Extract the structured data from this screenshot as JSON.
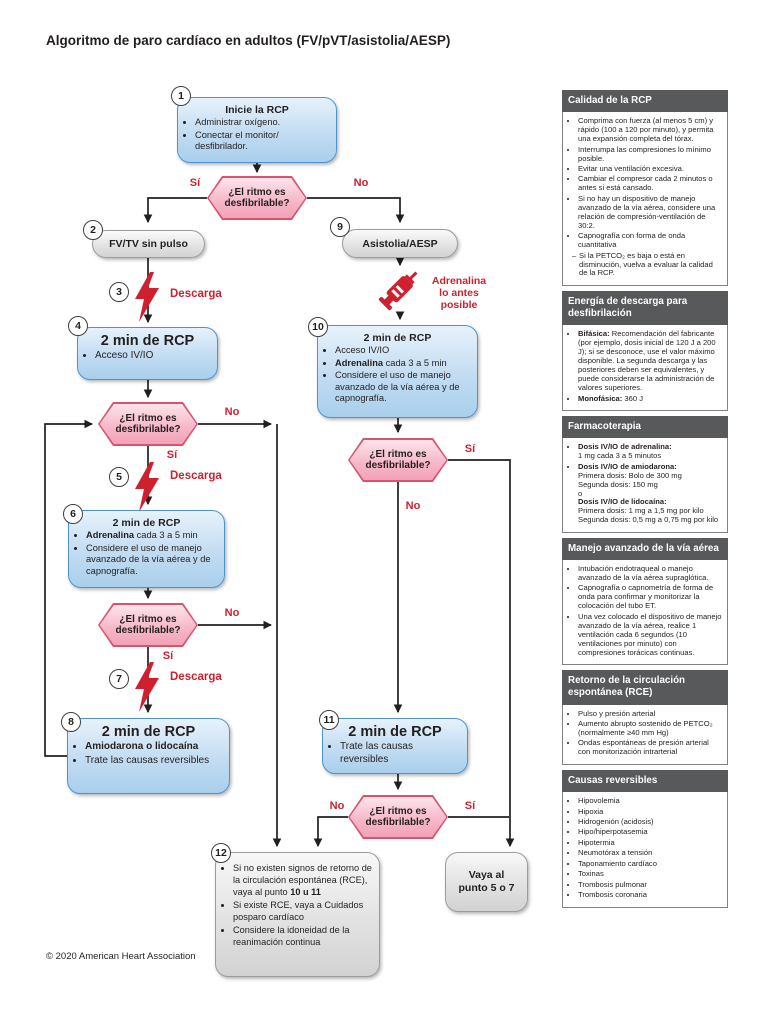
{
  "page": {
    "title": "Algoritmo de paro cardíaco en adultos (FV/pVT/asistolia/AESP)",
    "copyright": "© 2020 American Heart Association"
  },
  "colors": {
    "accent_red": "#cf2030",
    "box_blue_border": "#4f93ce",
    "diamond_border": "#d9536f",
    "sidebar_header_bg": "#58595b",
    "line_color": "#231f20"
  },
  "icons": {
    "shock": "lightning-bolt",
    "adrenaline": "syringe"
  },
  "flowchart": {
    "decision": {
      "label": "¿El ritmo es\ndesfibrilable?",
      "yes": "Sí",
      "no": "No"
    },
    "s1": {
      "num": "1",
      "title": "Inicie la RCP",
      "bullets": [
        "Administrar oxígeno.",
        "Conectar el monitor/\ndesfibrilador."
      ]
    },
    "s2": {
      "num": "2",
      "label": "FV/TV sin pulso"
    },
    "s3": {
      "num": "3",
      "label": "Descarga"
    },
    "s4": {
      "num": "4",
      "title": "2 min de RCP",
      "bullets": [
        "Acceso IV/IO"
      ]
    },
    "s5": {
      "num": "5",
      "label": "Descarga"
    },
    "s6": {
      "num": "6",
      "title": "2 min de RCP",
      "bullets": [
        "**Adrenalina** cada 3 a 5 min",
        "Considere el uso de manejo avanzado de la vía aérea y de capnografía."
      ]
    },
    "s7": {
      "num": "7",
      "label": "Descarga"
    },
    "s8": {
      "num": "8",
      "title": "2 min de RCP",
      "bullets": [
        "**Amiodarona o lidocaína**",
        "Trate las causas reversibles"
      ]
    },
    "s9": {
      "num": "9",
      "label": "Asistolia/AESP"
    },
    "adrenaline_note": "Adrenalina\nlo antes\nposible",
    "s10": {
      "num": "10",
      "title": "2 min de RCP",
      "bullets": [
        "Acceso IV/IO",
        "**Adrenalina** cada 3 a 5 min",
        "Considere el uso de manejo avanzado de la vía aérea y de capnografía."
      ]
    },
    "s11": {
      "num": "11",
      "title": "2 min de RCP",
      "bullets": [
        "Trate las causas reversibles"
      ]
    },
    "s12": {
      "num": "12",
      "bullets": [
        "Si no existen signos de retorno de la circulación espontánea (RCE), vaya al punto **10 u 11**",
        "Si existe RCE, vaya a Cuidados posparo cardíaco",
        "Considere la idoneidad de la reanimación continua"
      ]
    },
    "goto": "Vaya al\npunto 5 o 7"
  },
  "sidebar": {
    "sections": [
      {
        "title": "Calidad de la RCP",
        "bullets": [
          "Comprima con fuerza (al menos 5 cm) y rápido (100 a 120 por minuto), y permita una expansión completa del tórax.",
          "Interrumpa las compresiones lo mínimo posible.",
          "Evitar una ventilación excesiva.",
          "Cambiar el compresor cada 2 minutos o antes si está cansado.",
          "Si no hay un dispositivo de manejo avanzado de la vía aérea, considere una relación de compresión-ventilación de 30:2.",
          "Capnografía con forma de onda cuantitativa",
          {
            "t": "Si la PETCO₂ es baja o está en disminución, vuelva a evaluar la calidad de la RCP.",
            "cls": "sub"
          }
        ]
      },
      {
        "title": "Energía de descarga para desfibrilación",
        "bullets": [
          "**Bifásica:** Recomendación del fabricante (por ejemplo, dosis inicial de 120 J a 200 J); si se desconoce, use el valor máximo disponible. La segunda descarga y las posteriores deben ser equivalentes, y puede considerarse la administración de valores superiores.",
          "**Monofásica:** 360 J"
        ]
      },
      {
        "title": "Farmacoterapia",
        "bullets": [
          "**Dosis IV/IO de adrenalina:**\n1 mg cada 3 a 5 minutos",
          "**Dosis IV/IO de amiodarona:**\nPrimera dosis: Bolo de 300 mg\nSegunda dosis: 150 mg\no\n**Dosis IV/IO de lidocaína:**\nPrimera dosis: 1 mg a 1,5 mg por kilo\nSegunda dosis: 0,5 mg a 0,75 mg por kilo"
        ]
      },
      {
        "title": "Manejo avanzado de la vía aérea",
        "bullets": [
          "Intubación endotraqueal o manejo avanzado de la vía aérea supraglótica.",
          "Capnografía o capnometría de forma de onda para confirmar y monitorizar la colocación del tubo ET.",
          "Una vez colocado el dispositivo de manejo avanzado de la vía aérea, realice 1 ventilación cada 6 segundos (10 ventilaciones por minuto) con compresiones torácicas continuas."
        ]
      },
      {
        "title": "Retorno de la circulación espontánea (RCE)",
        "bullets": [
          "Pulso y presión arterial",
          "Aumento abrupto sostenido de PETCO₂ (normalmente ≥40 mm Hg)",
          "Ondas espontáneas de presión arterial con monitorización intrarterial"
        ]
      },
      {
        "title": "Causas reversibles",
        "bullets": [
          "Hipovolemia",
          "Hipoxia",
          "Hidrogenión (acidosis)",
          "Hipo/hiperpotasemia",
          "Hipotermia",
          "Neumotórax a tensión",
          "Taponamiento cardíaco",
          "Toxinas",
          "Trombosis pulmonar",
          "Trombosis coronaria"
        ]
      }
    ]
  }
}
